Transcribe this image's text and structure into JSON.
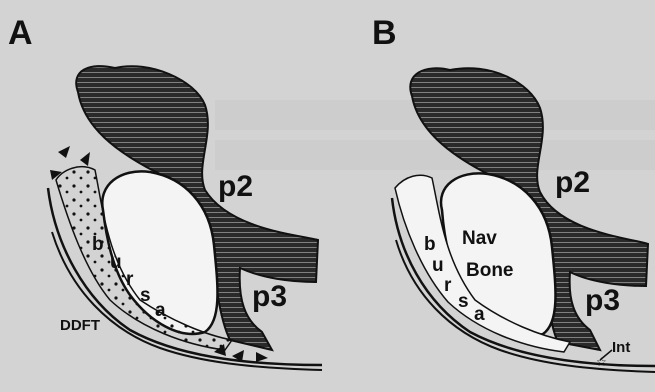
{
  "panels": [
    {
      "letter": "A",
      "labels": {
        "p2": "p2",
        "p3": "p3",
        "bursa": [
          "b",
          "u",
          "r",
          "s",
          "a"
        ],
        "ddft": "DDFT"
      }
    },
    {
      "letter": "B",
      "labels": {
        "p2": "p2",
        "p3": "p3",
        "bursa": [
          "b",
          "u",
          "r",
          "s",
          "a"
        ],
        "nav": "Nav",
        "bone": "Bone",
        "int": "Int"
      }
    }
  ],
  "colors": {
    "background": "#d3d3d3",
    "ink": "#111111",
    "hatch": "#1a1a1a"
  }
}
